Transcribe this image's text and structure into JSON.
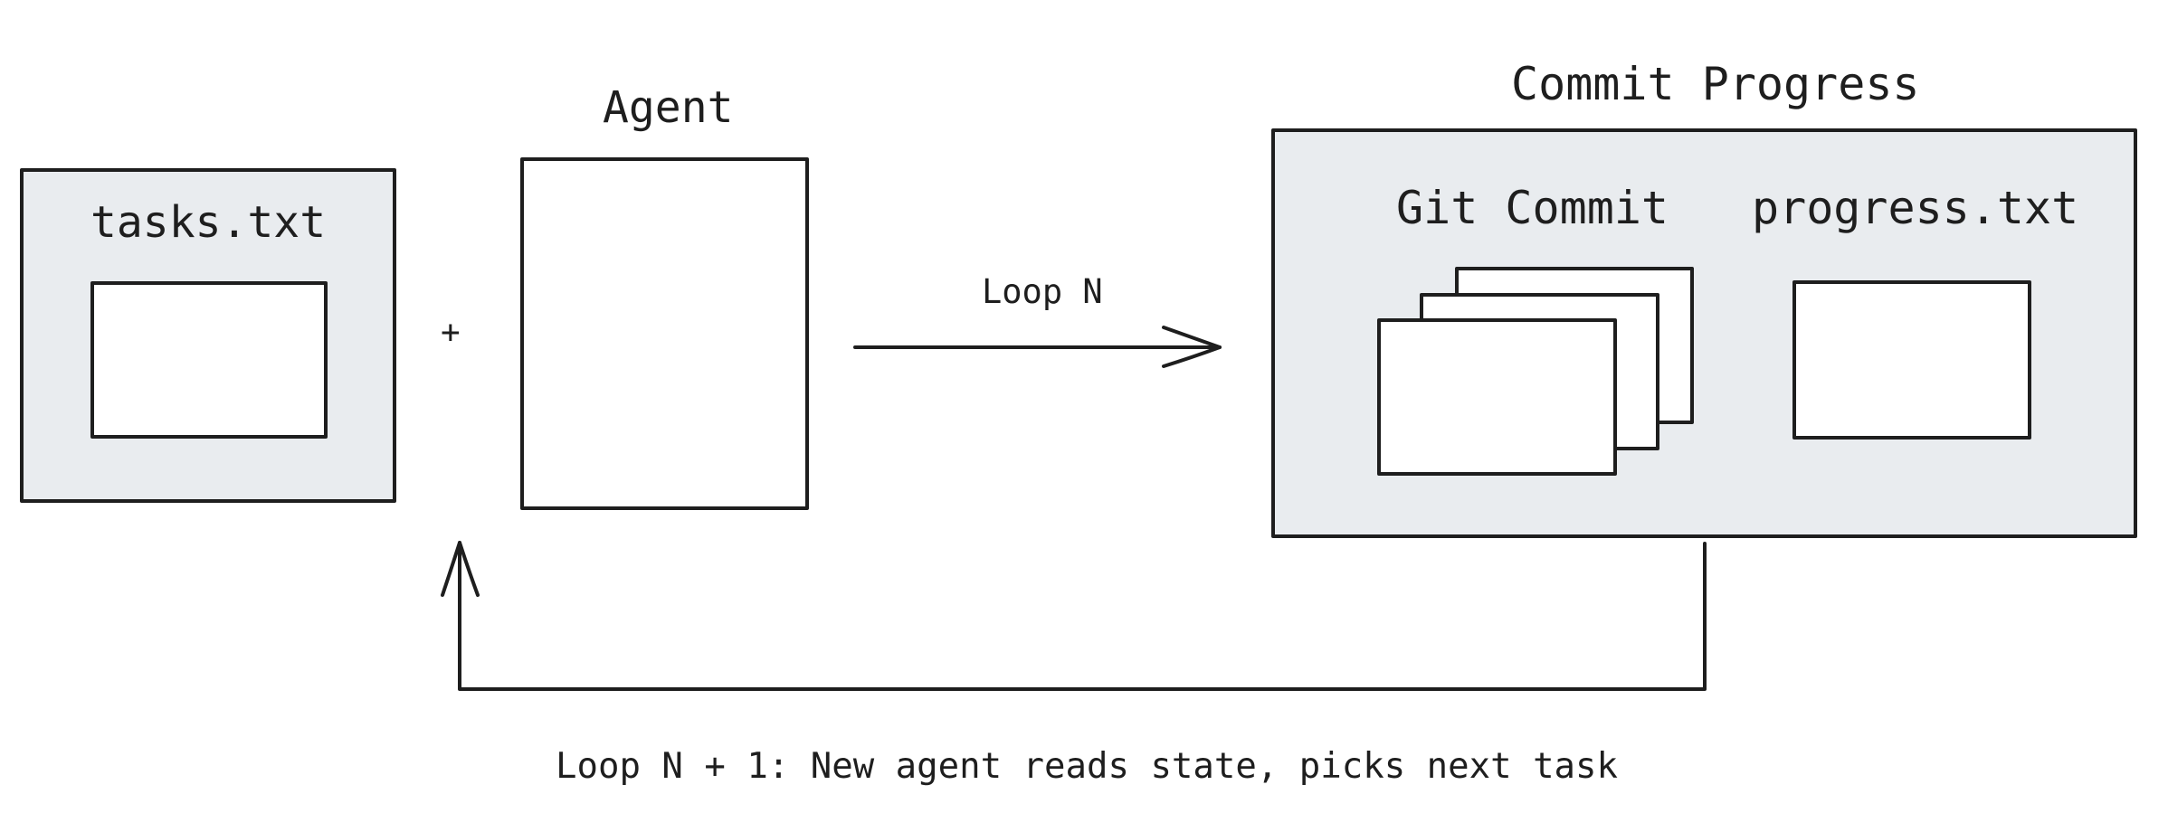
{
  "diagram": {
    "tasks_title": "tasks.txt",
    "agent_title": "Agent",
    "plus_sign": "+",
    "forward_arrow_label": "Loop N",
    "commit_progress_title": "Commit Progress",
    "git_commit_title": "Git Commit",
    "progress_title": "progress.txt",
    "return_arrow_label": "Loop N + 1: New agent reads state, picks next task"
  },
  "colors": {
    "stroke": "#1e1e1e",
    "container_fill": "#e9ecef",
    "box_fill": "#ffffff"
  }
}
